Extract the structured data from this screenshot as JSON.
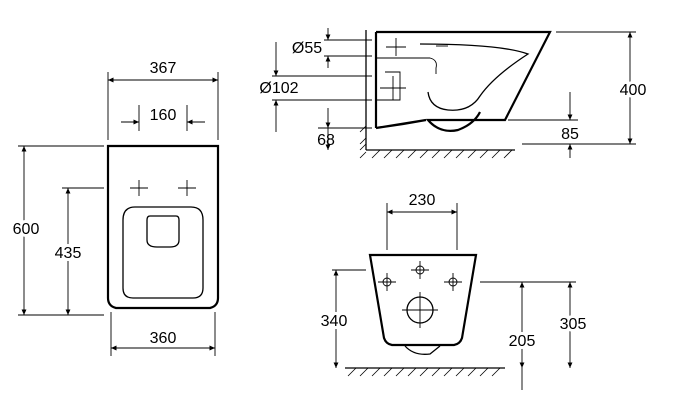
{
  "front_view": {
    "overall_width": "367",
    "inlet_spacing": "160",
    "height": "600",
    "inlet_height": "435",
    "base_width": "360"
  },
  "side_view": {
    "outlet_small": "Ø55",
    "outlet_large": "Ø102",
    "outlet_height": "68",
    "total_height": "400",
    "bowl_offset": "85"
  },
  "rear_view": {
    "bolt_spacing": "230",
    "height": "340",
    "outlet_center_height": "205",
    "bolt_height": "305"
  }
}
